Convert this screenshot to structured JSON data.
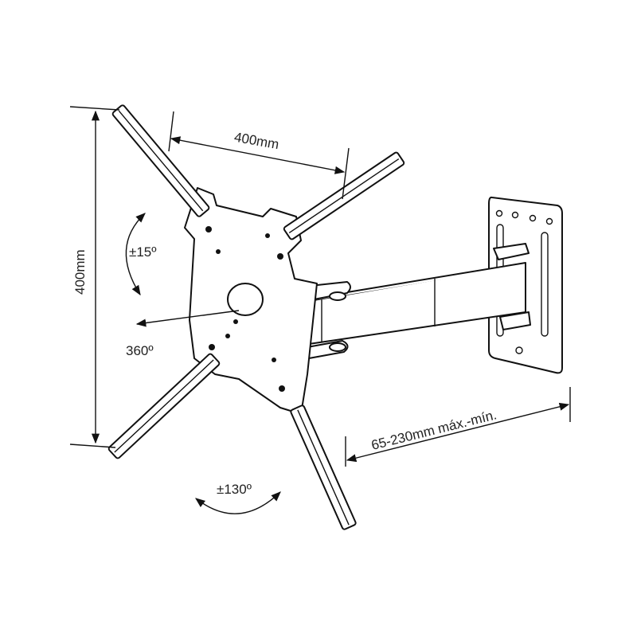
{
  "labels": {
    "vesa_horizontal": "400mm",
    "vesa_vertical": "400mm",
    "tilt": "±15º",
    "rotation": "360º",
    "swivel": "±130º",
    "extension": "65-230mm máx.-mín."
  },
  "colors": {
    "line": "#111111",
    "background": "#ffffff"
  }
}
